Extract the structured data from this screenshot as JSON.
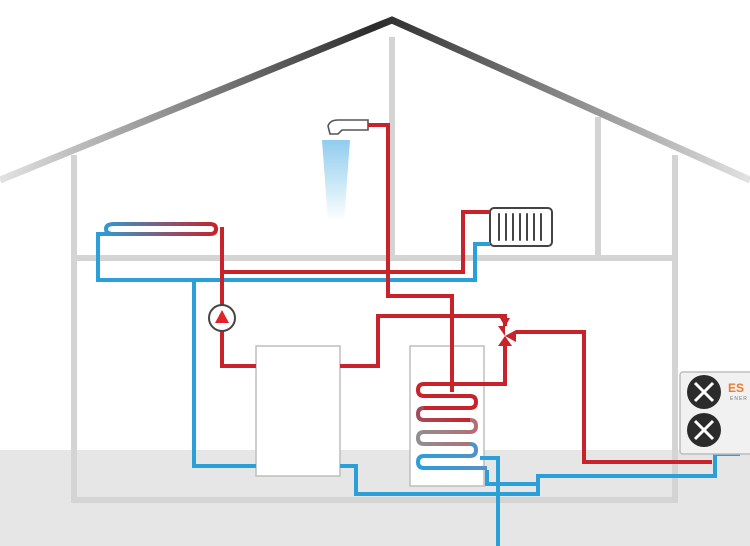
{
  "colors": {
    "hot_pipe": "#c8222b",
    "cold_pipe": "#2a9fd8",
    "roof": "#2b2b2b",
    "wall": "#d4d4d4",
    "ground": "#e6e6e6",
    "tank_outline": "#bdbdbd",
    "pump_arrow": "#e0242a",
    "brand": "#f07a2a",
    "fan": "#2b2b2b"
  },
  "outdoor_unit": {
    "brand_text": "ES",
    "brand_subtext": "ENER",
    "fan_count": 2
  },
  "components": {
    "roof": "roof-outline",
    "shower": "shower-head-icon",
    "radiator": "radiator-icon",
    "underfloor_heating": "underfloor-heating-loop",
    "circulation_pump": "circulation-pump-icon",
    "buffer_tank": "buffer-tank",
    "hot_water_cylinder": "hot-water-cylinder",
    "three_way_valve": "three-way-valve-icon",
    "heat_pump": "outdoor-heat-pump-unit"
  }
}
